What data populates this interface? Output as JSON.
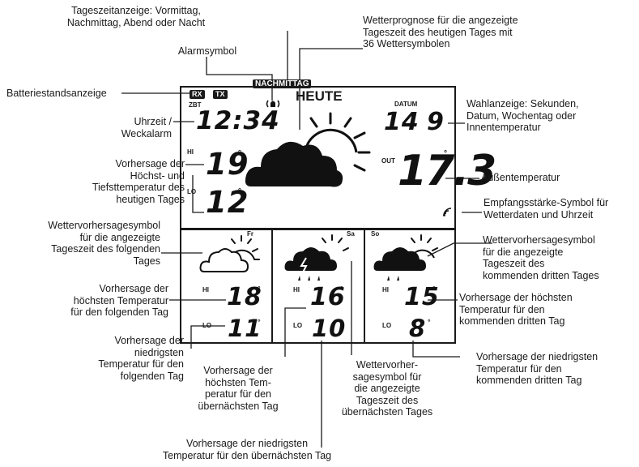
{
  "display": {
    "badge_rx": "RX",
    "badge_tx": "TX",
    "zbt": "ZBT",
    "time": "12:34",
    "nachmittag": "NACHMITTAG",
    "heute": "HEUTE",
    "datum_label": "DATUM",
    "date_day": "14",
    "date_month": "9",
    "out_label": "OUT",
    "out_temp": "17.3",
    "hi_label": "HI",
    "lo_label": "LO",
    "today_hi": "19",
    "today_lo": "12",
    "degree": "°",
    "day1_name": "Fr",
    "day1_hi": "18",
    "day1_lo": "11",
    "day2_name": "Sa",
    "day2_hi": "16",
    "day2_lo": "10",
    "day3_name": "So",
    "day3_hi": "15",
    "day3_lo": "8"
  },
  "labels": {
    "tageszeit_1": "Tageszeitanzeige: Vormittag,",
    "tageszeit_2": "Nachmittag, Abend oder Nacht",
    "prognose_1": "Wetterprognose für die angezeigte",
    "prognose_2": "Tageszeit des heutigen Tages mit",
    "prognose_3": "36 Wettersymbolen",
    "alarm": "Alarmsymbol",
    "batterie": "Batteriestandsanzeige",
    "uhrzeit_1": "Uhrzeit /",
    "uhrzeit_2": "Weckalarm",
    "wahl_1": "Wahlanzeige: Sekunden,",
    "wahl_2": "Datum, Wochentag oder",
    "wahl_3": "Innentemperatur",
    "vorh_hl_1": "Vorhersage der",
    "vorh_hl_2": "Höchst-  und",
    "vorh_hl_3": "Tiefsttemperatur des",
    "vorh_hl_4": "heutigen Tages",
    "aussen": "Außentemperatur",
    "empfang_1": "Empfangsstärke-Symbol für",
    "empfang_2": "Wetterdaten und Uhrzeit",
    "sym1_1": "Wettervorhersagesymbol",
    "sym1_2": "für die angezeigte",
    "sym1_3": "Tageszeit des folgenden",
    "sym1_4": "Tages",
    "sym3_1": "Wettervorhersagesymbol",
    "sym3_2": "für die angezeigte",
    "sym3_3": "Tageszeit des",
    "sym3_4": "kommenden dritten Tages",
    "hi1_1": "Vorhersage der",
    "hi1_2": "höchsten Temperatur",
    "hi1_3": "für den folgenden Tag",
    "hi3_1": "Vorhersage der höchsten",
    "hi3_2": "Temperatur für den",
    "hi3_3": "kommenden dritten Tag",
    "lo1_1": "Vorhersage der",
    "lo1_2": "niedrigsten",
    "lo1_3": "Temperatur für den",
    "lo1_4": "folgenden Tag",
    "hi2_1": "Vorhersage der",
    "hi2_2": "höchsten Tem-",
    "hi2_3": "peratur für den",
    "hi2_4": "übernächsten Tag",
    "sym2_1": "Wettervorher-",
    "sym2_2": "sagesymbol für",
    "sym2_3": "die angezeigte",
    "sym2_4": "Tageszeit des",
    "sym2_5": "übernächsten Tages",
    "lo3_1": "Vorhersage der niedrigsten",
    "lo3_2": "Temperatur für den",
    "lo3_3": "kommenden dritten Tag",
    "lo2_1": "Vorhersage der niedrigsten",
    "lo2_2": "Temperatur für den übernächsten Tag"
  }
}
